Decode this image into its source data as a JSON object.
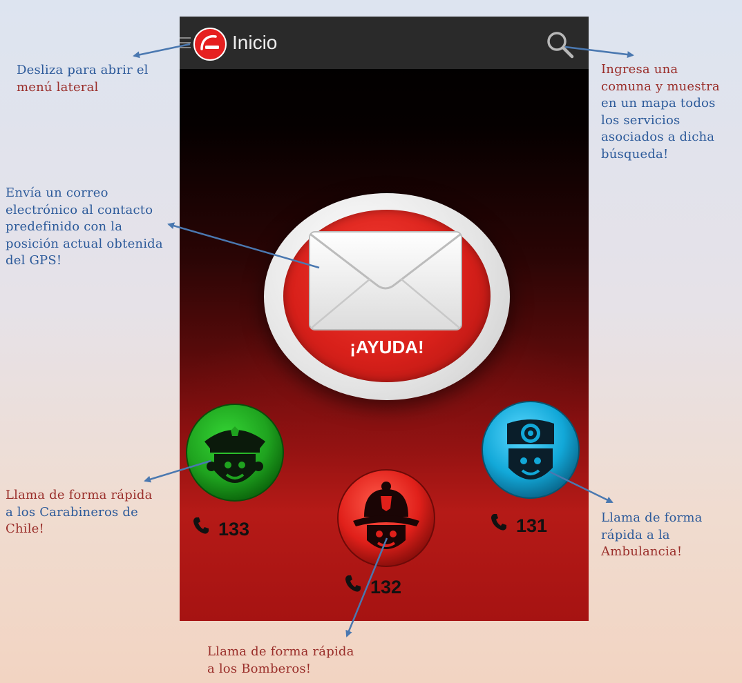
{
  "header": {
    "title": "Inicio"
  },
  "help_button": {
    "label": "¡AYUDA!"
  },
  "services": [
    {
      "number": "133"
    },
    {
      "number": "132"
    },
    {
      "number": "131"
    }
  ],
  "annotations": {
    "menu": [
      "Desliza para abrir el",
      "menú lateral"
    ],
    "search": [
      "Ingresa una",
      "comuna y muestra",
      "en un mapa todos",
      "los servicios",
      "asociados a dicha",
      "búsqueda!"
    ],
    "email": [
      "Envía un correo",
      "electrónico al contacto",
      "predefinido con la",
      "posición actual obtenida",
      "del GPS!"
    ],
    "carabineros": [
      "Llama de forma rápida",
      "a los Carabineros de",
      "Chile!"
    ],
    "ambulancia": [
      "Llama de forma",
      "rápida a la",
      "Ambulancia!"
    ],
    "bomberos": [
      "Llama de forma rápida",
      "a los Bomberos!"
    ]
  },
  "colors": {
    "annotation_blue": "#2c5a9a",
    "annotation_red": "#9a2e2a",
    "arrow": "#4a78b0",
    "carabineros_green": "#1fa31f",
    "bomberos_red": "#e0201a",
    "ambulancia_blue": "#12a8d8",
    "action_bar": "#2a2a2a"
  },
  "icons": {
    "menu": "menu-icon",
    "search": "search-icon",
    "email": "envelope-icon",
    "carabineros": "police-officer-icon",
    "bomberos": "firefighter-icon",
    "ambulancia": "paramedic-icon",
    "phone": "phone-icon"
  }
}
